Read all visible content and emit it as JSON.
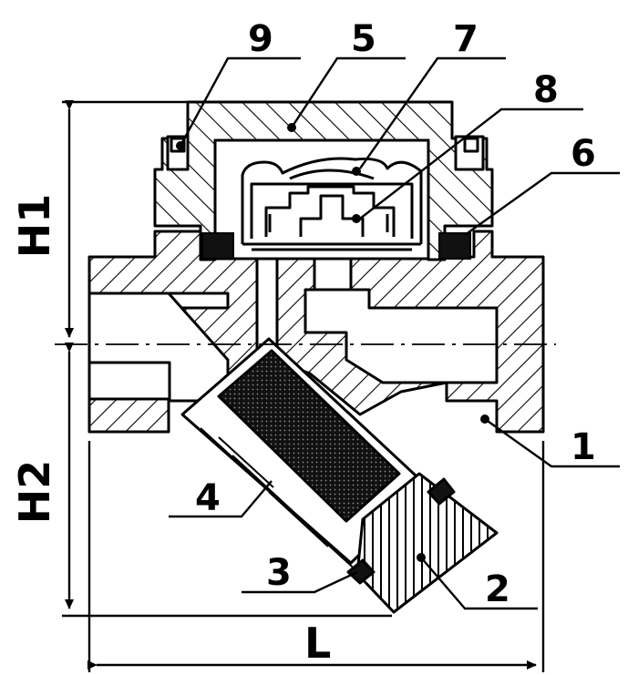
{
  "dimensions": {
    "h1": "H1",
    "h2": "H2",
    "l": "L"
  },
  "callouts": {
    "c1": "1",
    "c2": "2",
    "c3": "3",
    "c4": "4",
    "c5": "5",
    "c6": "6",
    "c7": "7",
    "c8": "8",
    "c9": "9"
  },
  "colors": {
    "ink": "#000000",
    "paper": "#ffffff"
  }
}
